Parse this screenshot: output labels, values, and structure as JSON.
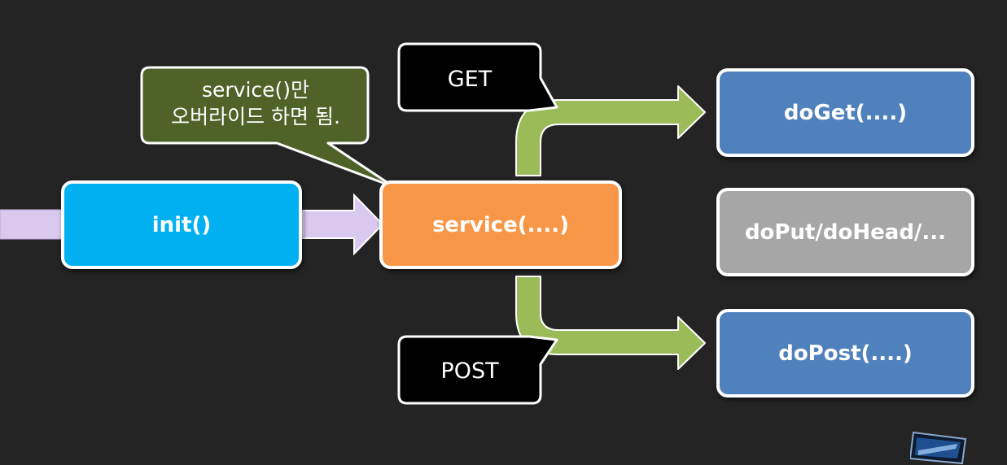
{
  "diagram": {
    "nodes": {
      "init": "init()",
      "service": "service(....)",
      "do_get": "doGet(....)",
      "do_put": "doPut/doHead/...",
      "do_post": "doPost(....)"
    },
    "labels": {
      "get": "GET",
      "post": "POST"
    },
    "note": {
      "line1": "service()만",
      "line2": "오버라이드 하면 됨."
    }
  },
  "colors": {
    "background": "#242424",
    "init": "#00b0f0",
    "service": "#f79646",
    "do_get": "#4f81bd",
    "do_put": "#a6a6a6",
    "do_post": "#4f81bd",
    "note": "#4f6228",
    "label": "#000000",
    "arrow_green": "#9bbb59",
    "arrow_purple": "#ccc0e4"
  }
}
